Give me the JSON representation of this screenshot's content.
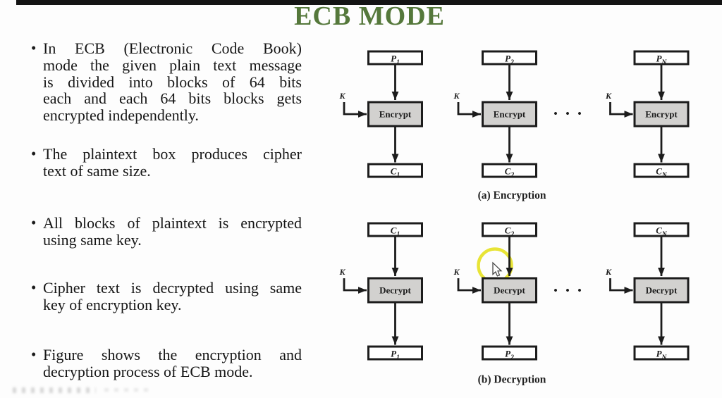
{
  "slide": {
    "title": "ECB MODE",
    "bullet_char": "•",
    "bullets": [
      {
        "lines": [
          "In ECB (Electronic Code Book)",
          "mode the given plain text message",
          "is divided into blocks of 64 bits",
          "each and each 64 bits blocks gets",
          "encrypted independently."
        ]
      },
      {
        "lines": [
          "The plaintext box produces cipher",
          "text of same size."
        ]
      },
      {
        "lines": [
          "All blocks of plaintext is encrypted",
          "using same key."
        ]
      },
      {
        "lines": [
          "Cipher text is decrypted using same",
          "key of encryption key."
        ]
      },
      {
        "lines": [
          "Figure shows the encryption and",
          "decryption process of ECB mode."
        ]
      }
    ]
  },
  "diagram": {
    "encryption": {
      "caption": "(a) Encryption",
      "key_label": "K",
      "box_label": "Encrypt",
      "ellipsis": "• • •",
      "units": [
        {
          "in_main": "P",
          "in_sub": "1",
          "out_main": "C",
          "out_sub": "1"
        },
        {
          "in_main": "P",
          "in_sub": "2",
          "out_main": "C",
          "out_sub": "2"
        },
        {
          "in_main": "P",
          "in_sub": "N",
          "out_main": "C",
          "out_sub": "N"
        }
      ]
    },
    "decryption": {
      "caption": "(b) Decryption",
      "key_label": "K",
      "box_label": "Decrypt",
      "ellipsis": "• • •",
      "units": [
        {
          "in_main": "C",
          "in_sub": "1",
          "out_main": "P",
          "out_sub": "1"
        },
        {
          "in_main": "C",
          "in_sub": "2",
          "out_main": "P",
          "out_sub": "2"
        },
        {
          "in_main": "C",
          "in_sub": "N",
          "out_main": "P",
          "out_sub": "N"
        }
      ]
    }
  },
  "colors": {
    "title_green": "#55783b",
    "box_fill_gray": "#d2d1cf",
    "highlight_yellow": "#e7e32b"
  }
}
